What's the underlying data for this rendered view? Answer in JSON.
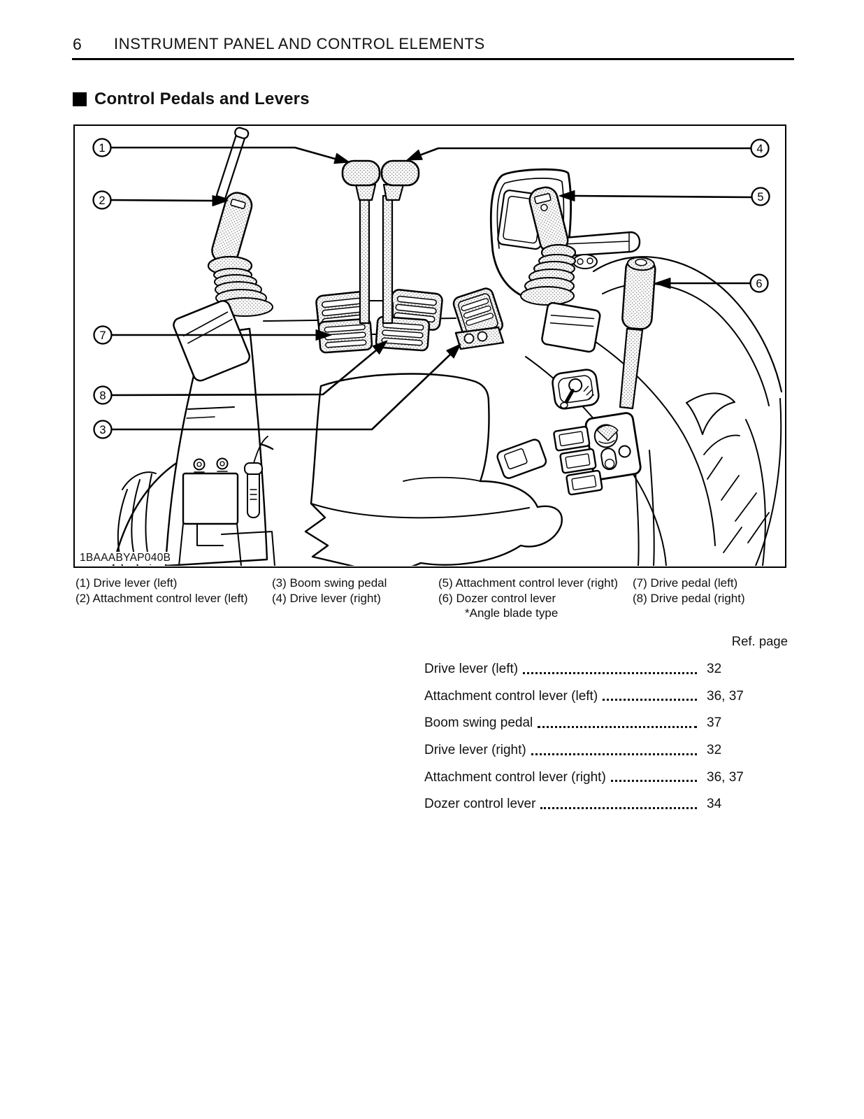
{
  "header": {
    "page_number": "6",
    "title": "INSTRUMENT PANEL AND CONTROL ELEMENTS"
  },
  "section": {
    "marker_icon": "black-square",
    "title": "Control Pedals and Levers"
  },
  "figure": {
    "code": "1BAAABYAP040B",
    "callouts": [
      "1",
      "2",
      "3",
      "4",
      "5",
      "6",
      "7",
      "8"
    ]
  },
  "legend": {
    "columns": [
      [
        "(1) Drive lever (left)",
        "(2) Attachment control lever (left)"
      ],
      [
        "(3) Boom swing pedal",
        "(4) Drive lever (right)"
      ],
      [
        "(5) Attachment control lever (right)",
        "(6) Dozer control lever"
      ],
      [
        "(7) Drive pedal (left)",
        "(8) Drive pedal (right)"
      ]
    ],
    "note": "*Angle blade type"
  },
  "ref_table": {
    "header": "Ref. page",
    "rows": [
      {
        "label": "Drive lever (left)",
        "page": "32"
      },
      {
        "label": "Attachment control lever (left)",
        "page": "36, 37"
      },
      {
        "label": "Boom swing pedal",
        "page": "37"
      },
      {
        "label": "Drive lever (right)",
        "page": "32"
      },
      {
        "label": "Attachment control lever (right)",
        "page": "36, 37"
      },
      {
        "label": "Dozer control lever",
        "page": "34"
      }
    ]
  },
  "colors": {
    "ink": "#000000",
    "stipple": "#9a9a9a",
    "paper": "#ffffff"
  }
}
